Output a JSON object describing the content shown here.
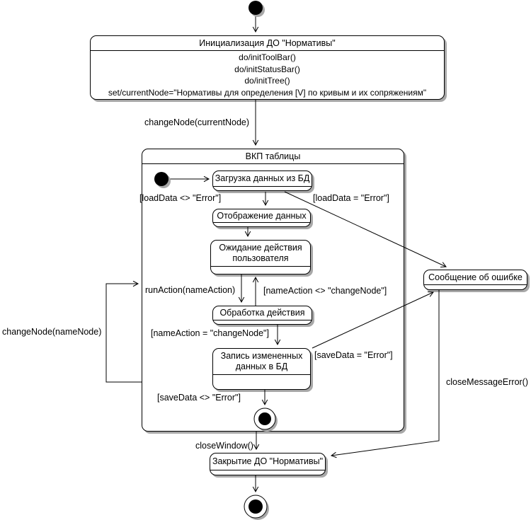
{
  "diagram": {
    "background": "#ffffff",
    "line_color": "#000000",
    "shadow_color": "#a8a8a8"
  },
  "states": {
    "init": {
      "title": "Инициализация ДО \"Нормативы\"",
      "actions": [
        "do/initToolBar()",
        "do/initStatusBar()",
        "do/initTree()",
        "set/currentNode=\"Нормативы для определения [V] по кривым и их сопряжениям\""
      ]
    },
    "composite": {
      "title": "ВКП таблицы"
    },
    "load": {
      "title": "Загрузка данных из БД"
    },
    "display": {
      "title": "Отображение данных"
    },
    "wait": {
      "title": "Ожидание действия пользователя"
    },
    "process": {
      "title": "Обработка действия"
    },
    "save": {
      "title": "Запись измененных данных в БД"
    },
    "error": {
      "title": "Сообщение об ошибке"
    },
    "close": {
      "title": "Закрытие ДО \"Нормативы\""
    }
  },
  "transitions": {
    "change_node_current": "changeNode(currentNode)",
    "load_ok": "[loadData <> \"Error\"]",
    "load_err": "[loadData = \"Error\"]",
    "run_action": "runAction(nameAction)",
    "action_not_change": "[nameAction <> \"changeNode\"]",
    "action_change": "[nameAction = \"changeNode\"]",
    "save_err": "[saveData = \"Error\"]",
    "save_ok": "[saveData <> \"Error\"]",
    "close_window": "closeWindow()",
    "change_node_name": "changeNode(nameNode)",
    "close_message_error": "closeMessageError()"
  }
}
